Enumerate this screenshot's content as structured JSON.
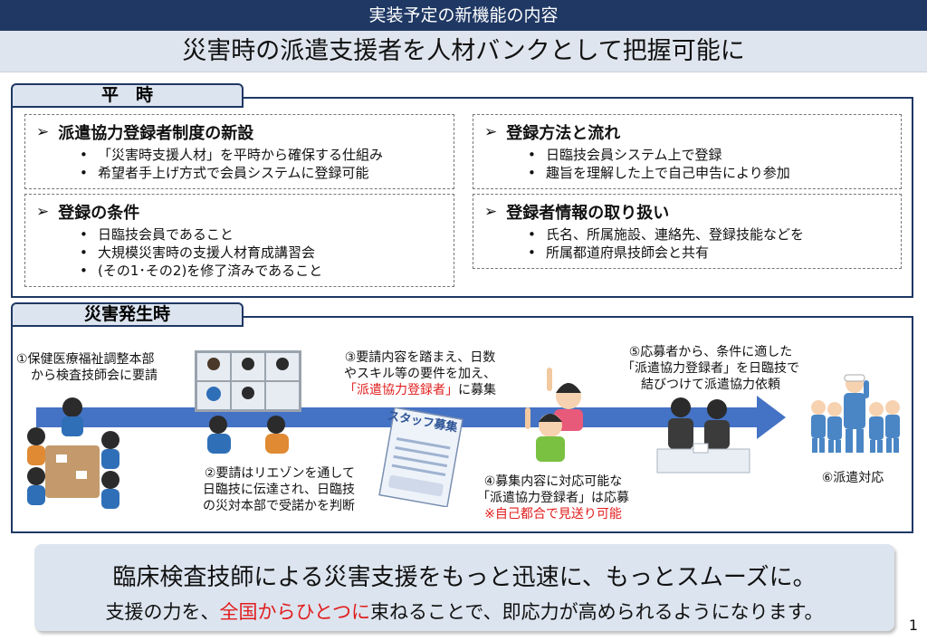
{
  "header": {
    "top_label": "実装予定の新機能の内容",
    "title": "災害時の派遣支援者を人材バンクとして把握可能に"
  },
  "normal_time": {
    "tab_label": "平　時",
    "cards": [
      {
        "heading": "派遣協力登録者制度の新設",
        "items": [
          "「災害時支援人材」を平時から確保する仕組み",
          "希望者手上げ方式で会員システムに登録可能"
        ]
      },
      {
        "heading": "登録の条件",
        "items": [
          "日臨技会員であること",
          "大規模災害時の支援人材育成講習会",
          "(その1･その2)を修了済みであること"
        ]
      },
      {
        "heading": "登録方法と流れ",
        "items": [
          "日臨技会員システム上で登録",
          "趣旨を理解した上で自己申告により参加"
        ]
      },
      {
        "heading": "登録者情報の取り扱い",
        "items": [
          "氏名、所属施設、連絡先、登録技能などを",
          "所属都道府県技師会と共有"
        ]
      }
    ]
  },
  "disaster_time": {
    "tab_label": "災害発生時",
    "poster_text": "スタッフ募集",
    "steps": {
      "step1": [
        "①保健医療福祉調整本部",
        "から検査技師会に要請"
      ],
      "step2": [
        "②要請はリエゾンを通して",
        "日臨技に伝達され、日臨技",
        "の災対本部で受諾かを判断"
      ],
      "step3": [
        "③要請内容を踏まえ、日数",
        "やスキル等の要件を加え、",
        "「派遣協力登録者」",
        "に募集"
      ],
      "step4": [
        "④募集内容に対応可能な",
        "「派遣協力登録者」は応募",
        "※自己都合で見送り可能"
      ],
      "step5": [
        "⑤応募者から、条件に適した",
        "「派遣協力登録者」を日臨技で",
        "結びつけて派遣協力依頼"
      ],
      "step6": [
        "⑥派遣対応"
      ]
    }
  },
  "bottom": {
    "line1": "臨床検査技師による災害支援をもっと迅速に、もっとスムーズに。",
    "line2_pre": "支援の力を、",
    "line2_red": "全国からひとつに",
    "line2_post": "束ねることで、即応力が高められるようになります。"
  },
  "page_number": "1",
  "colors": {
    "navy": "#1f3864",
    "light_blue": "#dce4ef",
    "arrow": "#4472c4",
    "red": "#e11d1d"
  }
}
